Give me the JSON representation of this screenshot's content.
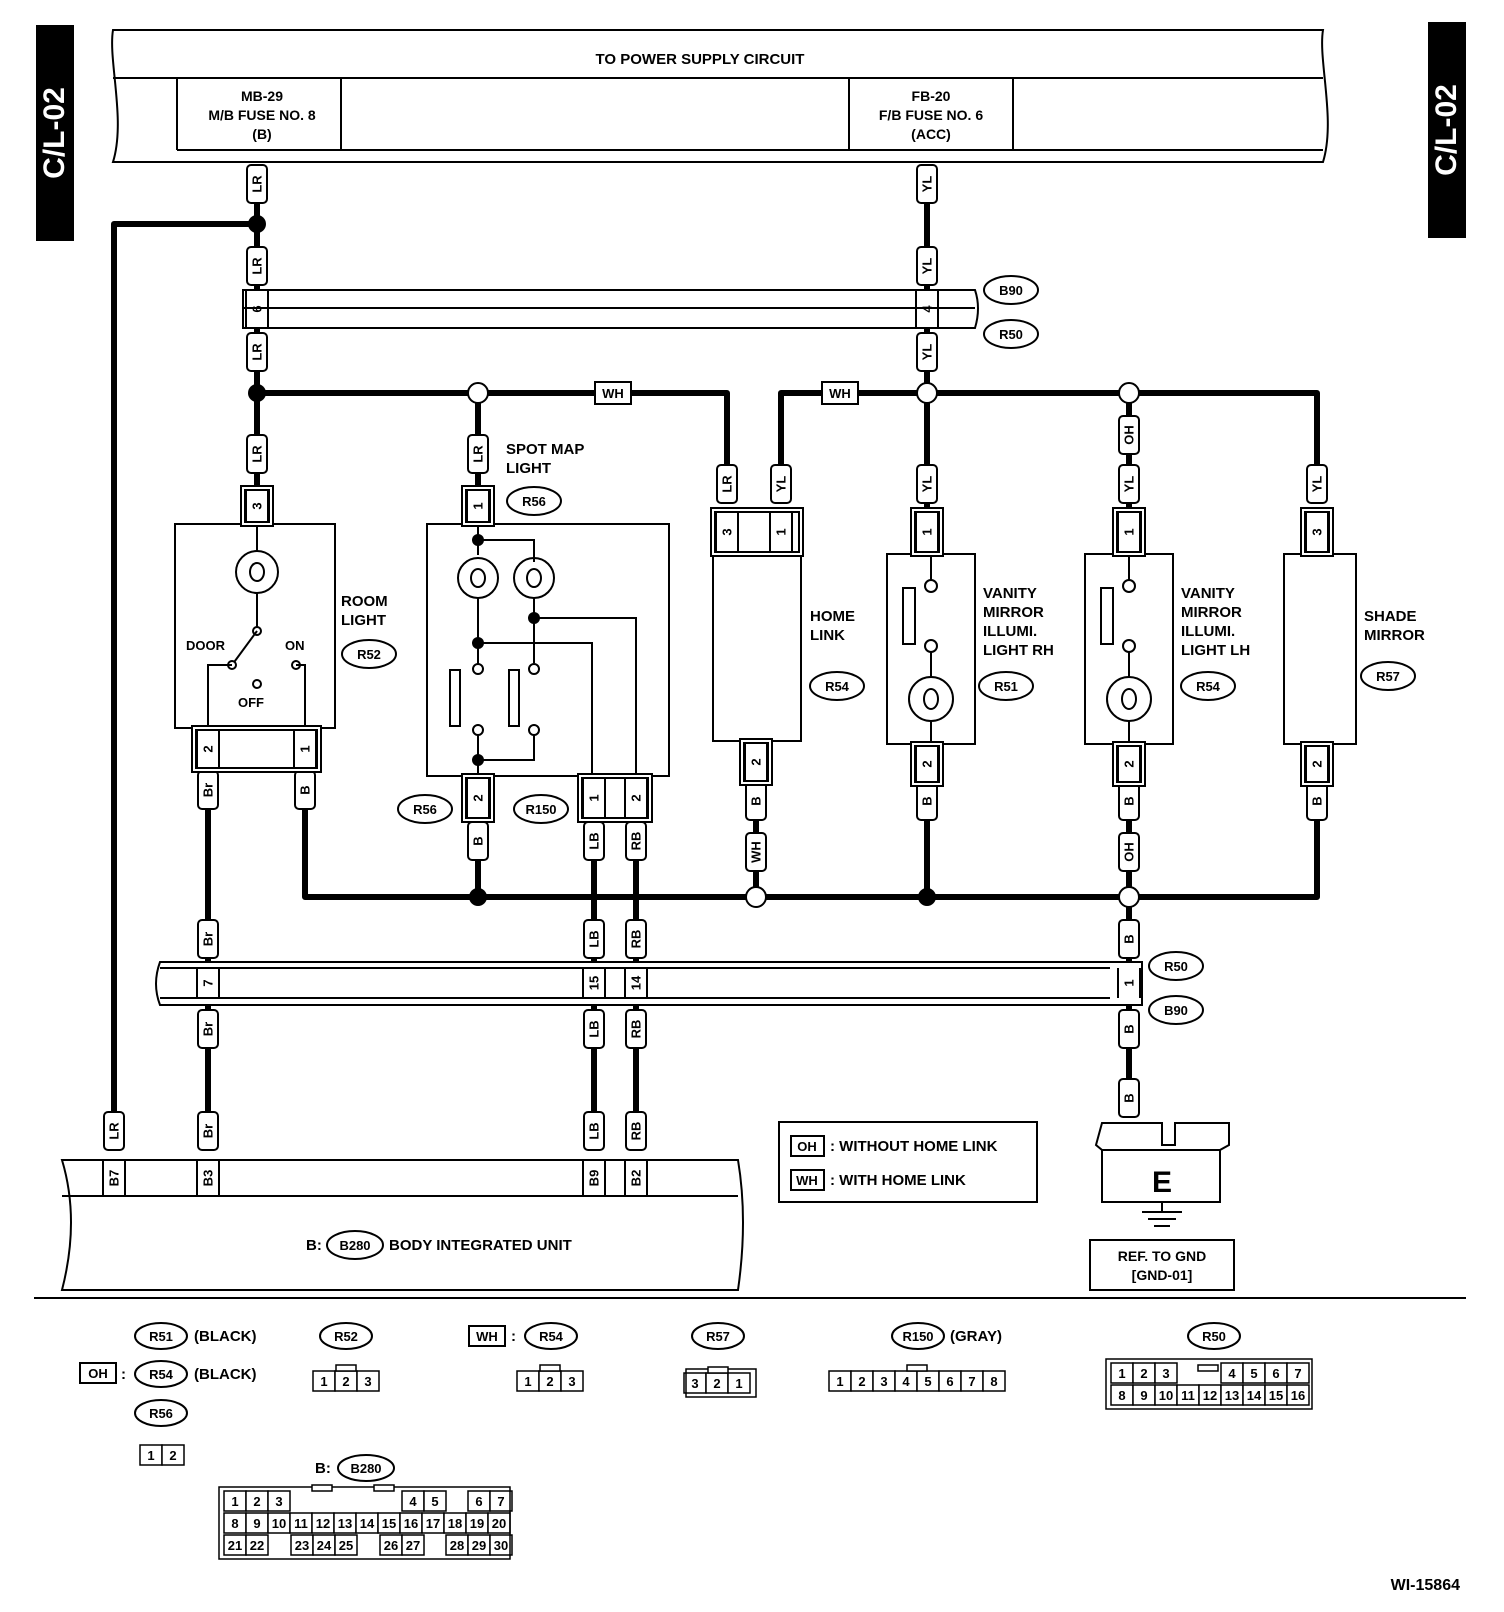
{
  "section_code": "C/L-02",
  "power_supply": {
    "title": "TO POWER SUPPLY CIRCUIT",
    "fuse_left": [
      "MB-29",
      "M/B FUSE NO. 8",
      "(B)"
    ],
    "fuse_right": [
      "FB-20",
      "F/B FUSE NO. 6",
      "(ACC)"
    ]
  },
  "connector_ids": {
    "b90": "B90",
    "r50": "R50",
    "r51": "R51",
    "r52": "R52",
    "r54": "R54",
    "r56": "R56",
    "r57": "R57",
    "r150": "R150",
    "b280": "B280"
  },
  "pins": {
    "joint_lr": "6",
    "joint_yl": "4",
    "room_in": "3",
    "room_out_left": "2",
    "room_out_right": "1",
    "spot_in": "1",
    "spot_out_r56": "2",
    "spot_out_r150_a": "1",
    "spot_out_r150_b": "2",
    "home_in_left": "3",
    "home_in_right": "1",
    "home_out": "2",
    "vrh_in": "1",
    "vrh_out": "2",
    "vlh_in": "1",
    "vlh_out": "2",
    "shade_in": "3",
    "shade_out": "2",
    "lower_br": "7",
    "lower_lb": "15",
    "lower_rb": "14",
    "lower_b": "1",
    "bcm_lr": "B7",
    "bcm_br": "B3",
    "bcm_lb": "B9",
    "bcm_rb": "B2"
  },
  "wires": {
    "lr": "LR",
    "yl": "YL",
    "wh": "WH",
    "oh": "OH",
    "b": "B",
    "br": "Br",
    "lb": "LB",
    "rb": "RB"
  },
  "components": {
    "room_light": [
      "ROOM",
      "LIGHT"
    ],
    "spot_map": [
      "SPOT MAP",
      "LIGHT"
    ],
    "home_link": [
      "HOME",
      "LINK"
    ],
    "vanity_rh": [
      "VANITY",
      "MIRROR",
      "ILLUMI.",
      "LIGHT RH"
    ],
    "vanity_lh": [
      "VANITY",
      "MIRROR",
      "ILLUMI.",
      "LIGHT LH"
    ],
    "shade_mirror": [
      "SHADE",
      "MIRROR"
    ],
    "switch_door": "DOOR",
    "switch_on": "ON",
    "switch_off": "OFF"
  },
  "legend": {
    "oh_code": "OH",
    "oh_text": ": WITHOUT HOME LINK",
    "wh_code": "WH",
    "wh_text": ": WITH HOME LINK"
  },
  "body_unit": {
    "prefix": "B:",
    "name": "BODY INTEGRATED UNIT"
  },
  "ground": {
    "letter": "E",
    "ref": [
      "REF. TO GND",
      "[GND-01]"
    ]
  },
  "connector_views": {
    "black": "(BLACK)",
    "gray": "(GRAY)",
    "colon": ":",
    "b_prefix": "B:",
    "r56_pins": [
      "1",
      "2"
    ],
    "r52_pins": [
      "1",
      "2",
      "3"
    ],
    "r54_pins": [
      "1",
      "2",
      "3"
    ],
    "r57_pins": [
      "3",
      "2",
      "1"
    ],
    "r150_pins": [
      "1",
      "2",
      "3",
      "4",
      "5",
      "6",
      "7",
      "8"
    ],
    "r50_top": [
      "1",
      "2",
      "3",
      "4",
      "5",
      "6",
      "7"
    ],
    "r50_bottom": [
      "8",
      "9",
      "10",
      "11",
      "12",
      "13",
      "14",
      "15",
      "16"
    ],
    "b280_row1": [
      "1",
      "2",
      "3",
      "4",
      "5",
      "6",
      "7"
    ],
    "b280_row2": [
      "8",
      "9",
      "10",
      "11",
      "12",
      "13",
      "14",
      "15",
      "16",
      "17",
      "18",
      "19",
      "20"
    ],
    "b280_row3": [
      "21",
      "22",
      "23",
      "24",
      "25",
      "26",
      "27",
      "28",
      "29",
      "30"
    ]
  },
  "figure_id": "WI-15864"
}
